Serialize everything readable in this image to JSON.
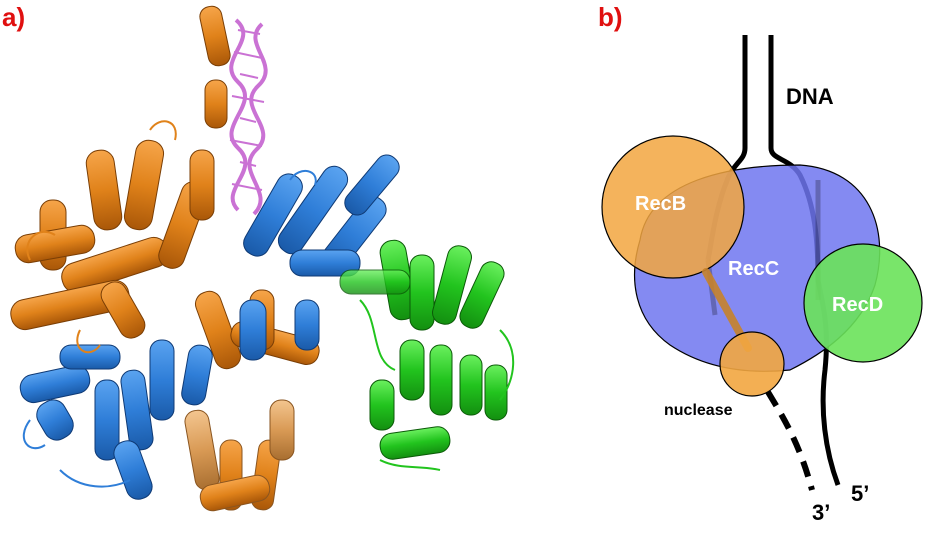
{
  "panels": {
    "a": {
      "label": "a)"
    },
    "b": {
      "label": "b)"
    }
  },
  "schematic": {
    "dna_label": "DNA",
    "subunits": [
      {
        "name": "RecB",
        "color": "#F2A640"
      },
      {
        "name": "RecC",
        "color": "#6F76F0"
      },
      {
        "name": "RecD",
        "color": "#6AE25A"
      }
    ],
    "nuclease_label": "nuclease",
    "end_3_label": "3’",
    "end_5_label": "5’"
  },
  "structure_colors": {
    "RecB": "#E0821A",
    "RecC": "#2F7ED8",
    "RecD": "#22C41E",
    "DNA": "#C86BD2",
    "label_color": "#E01010"
  }
}
